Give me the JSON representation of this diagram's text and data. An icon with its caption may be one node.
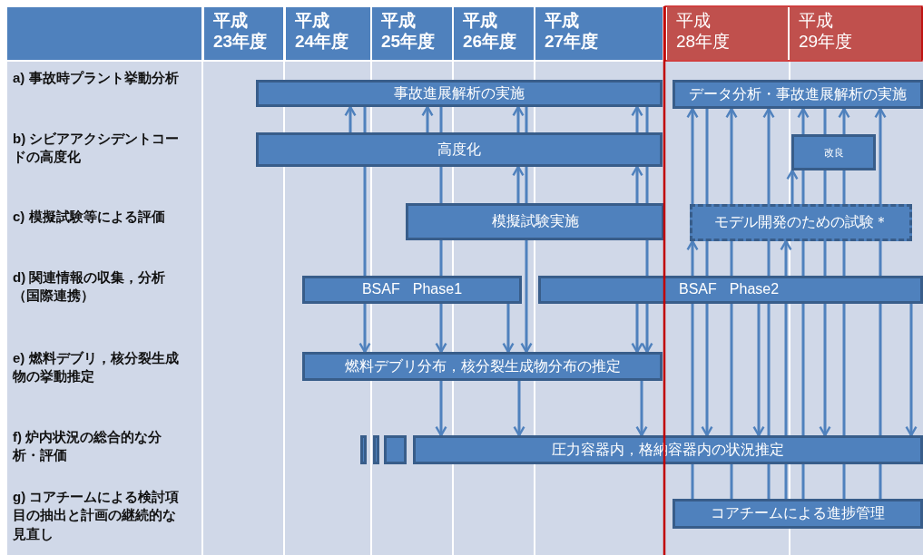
{
  "diagram": {
    "nodes": [
      {
        "text": [
          "事故進展解析の実施"
        ]
      },
      {
        "text": [
          "高度化"
        ]
      },
      {
        "text": [
          "模擬試験実施"
        ]
      },
      {
        "text": [
          "BSAF Phase1"
        ]
      },
      {
        "text": [
          "BSAF Phase2"
        ]
      },
      {
        "text": [
          "燃料デブリ分布，核分裂生成物分布の推定"
        ]
      },
      {
        "text": [],
        "shape": "bar"
      },
      {
        "text": [],
        "shape": "bar"
      },
      {
        "text": [],
        "shape": "bar"
      },
      {
        "text": [
          "圧力容器内，格納容器内の状況推定"
        ]
      },
      {
        "text": [
          "データ分析・事故進展解析の実施"
        ]
      },
      {
        "text": [
          "改良"
        ]
      },
      {
        "text": [
          "モデル開発のための試験＊"
        ]
      },
      {
        "text": [
          "コアチームによる進捗管理"
        ]
      }
    ],
    "edges": [
      {
        "from": 1,
        "to": 0,
        "arrow": "to"
      },
      {
        "from": 0,
        "to": 1,
        "arrow": "none"
      },
      {
        "from": 1,
        "to": 3,
        "arrow": "none"
      },
      {
        "from": 3,
        "to": 5,
        "arrow": "to"
      },
      {
        "from": 1,
        "to": 0,
        "arrow": "to"
      },
      {
        "from": 0,
        "to": 1,
        "arrow": "none"
      },
      {
        "from": 1,
        "to": 2,
        "arrow": "none"
      },
      {
        "from": 2,
        "to": 3,
        "arrow": "none"
      },
      {
        "from": 3,
        "to": 5,
        "arrow": "to"
      },
      {
        "from": 5,
        "to": 9,
        "arrow": "to"
      },
      {
        "from": 1,
        "to": 0,
        "arrow": "to"
      },
      {
        "from": 2,
        "to": 1,
        "arrow": "to"
      },
      {
        "from": 0,
        "to": 1,
        "arrow": "none"
      },
      {
        "from": 1,
        "to": 2,
        "arrow": "none"
      },
      {
        "from": 2,
        "to": 5,
        "arrow": "to"
      },
      {
        "from": 3,
        "to": 5,
        "arrow": "to"
      },
      {
        "from": 5,
        "to": 9,
        "arrow": "to"
      },
      {
        "from": 1,
        "to": 0,
        "arrow": "to"
      },
      {
        "from": 2,
        "to": 1,
        "arrow": "to"
      },
      {
        "from": 0,
        "to": 1,
        "arrow": "none"
      },
      {
        "from": 1,
        "to": 2,
        "arrow": "none"
      },
      {
        "from": 2,
        "to": 4,
        "arrow": "none"
      },
      {
        "from": 4,
        "to": 5,
        "arrow": "to"
      },
      {
        "from": 4,
        "to": 5,
        "arrow": "to"
      },
      {
        "from": 5,
        "to": 9,
        "arrow": "to"
      },
      {
        "from": 13,
        "to": 9,
        "arrow": "none"
      },
      {
        "from": 9,
        "to": 4,
        "arrow": "none"
      },
      {
        "from": 4,
        "to": 12,
        "arrow": "to"
      },
      {
        "from": 12,
        "to": 10,
        "arrow": "to"
      },
      {
        "from": 10,
        "to": 12,
        "arrow": "none"
      },
      {
        "from": 12,
        "to": 4,
        "arrow": "none"
      },
      {
        "from": 4,
        "to": 9,
        "arrow": "to"
      },
      {
        "from": 13,
        "to": 9,
        "arrow": "none"
      },
      {
        "from": 9,
        "to": 4,
        "arrow": "none"
      },
      {
        "from": 4,
        "to": 12,
        "arrow": "none"
      },
      {
        "from": 12,
        "to": 10,
        "arrow": "to"
      },
      {
        "from": 4,
        "to": 9,
        "arrow": "to"
      },
      {
        "from": 13,
        "to": 9,
        "arrow": "none"
      },
      {
        "from": 9,
        "to": 4,
        "arrow": "none"
      },
      {
        "from": 4,
        "to": 12,
        "arrow": "none"
      },
      {
        "from": 12,
        "to": 10,
        "arrow": "to"
      },
      {
        "from": 13,
        "to": 9,
        "arrow": "none"
      },
      {
        "from": 9,
        "to": 4,
        "arrow": "none"
      },
      {
        "from": 4,
        "to": 12,
        "arrow": "to"
      },
      {
        "from": 12,
        "to": 11,
        "arrow": "to"
      },
      {
        "from": 13,
        "to": 9,
        "arrow": "none"
      },
      {
        "from": 9,
        "to": 4,
        "arrow": "none"
      },
      {
        "from": 4,
        "to": 12,
        "arrow": "none"
      },
      {
        "from": 12,
        "to": 11,
        "arrow": "none"
      },
      {
        "from": 11,
        "to": 10,
        "arrow": "to"
      },
      {
        "from": 10,
        "to": 11,
        "arrow": "none"
      },
      {
        "from": 11,
        "to": 12,
        "arrow": "none"
      },
      {
        "from": 12,
        "to": 4,
        "arrow": "none"
      },
      {
        "from": 4,
        "to": 9,
        "arrow": "to"
      },
      {
        "from": 13,
        "to": 9,
        "arrow": "none"
      },
      {
        "from": 9,
        "to": 4,
        "arrow": "none"
      },
      {
        "from": 4,
        "to": 12,
        "arrow": "none"
      },
      {
        "from": 12,
        "to": 11,
        "arrow": "none"
      },
      {
        "from": 11,
        "to": 10,
        "arrow": "to"
      },
      {
        "from": 13,
        "to": 9,
        "arrow": "none"
      },
      {
        "from": 9,
        "to": 4,
        "arrow": "none"
      },
      {
        "from": 4,
        "to": 12,
        "arrow": "none"
      },
      {
        "from": 12,
        "to": 10,
        "arrow": "to"
      },
      {
        "from": 4,
        "to": 9,
        "arrow": "to"
      }
    ],
    "labels": [
      "平成23年度",
      "平成24年度",
      "平成25年度",
      "平成26年度",
      "平成27年度",
      "平成28年度",
      "平成29年度",
      "a) 事故時プラント挙動分析",
      "b) シビアアクシデントコードの高度化",
      "c) 模擬試験等による評価",
      "d) 関連情報の収集，分析（国際連携）",
      "e) 燃料デブリ，核分裂生成物の挙動推定",
      "f) 炉内状況の総合的な分析・評価",
      "g) コアチームによる検討項目の抽出と計画の継続的な見直し"
    ]
  }
}
